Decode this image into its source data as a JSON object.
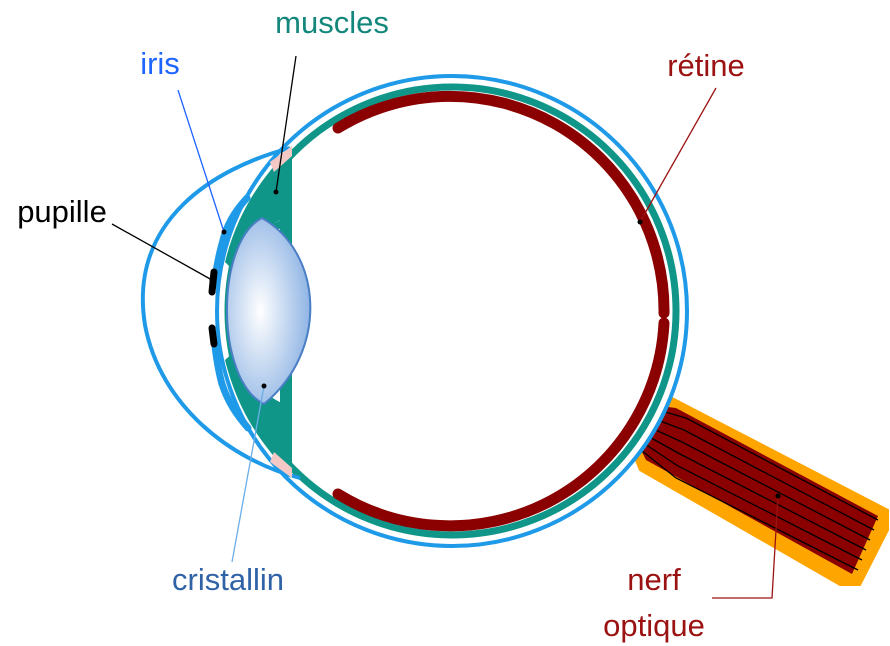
{
  "labels": {
    "muscles": "muscles",
    "iris": "iris",
    "retine": "rétine",
    "pupille": "pupille",
    "cristallin": "cristallin",
    "nerf_line1": "nerf",
    "nerf_line2": "optique"
  },
  "colors": {
    "sclera_blue": "#1e9ae8",
    "muscle_teal": "#0f9688",
    "retina_red": "#8b0000",
    "nerve_orange": "#ffa500",
    "lens_blue": "#8fb4e4",
    "pale_pink": "#f4c8c4",
    "label_muscles": "#13877b",
    "label_iris": "#1e64ff",
    "label_retine": "#9b1212",
    "label_pupille": "#000000",
    "label_cristallin": "#2f62a6",
    "label_nerf": "#9b1212"
  }
}
